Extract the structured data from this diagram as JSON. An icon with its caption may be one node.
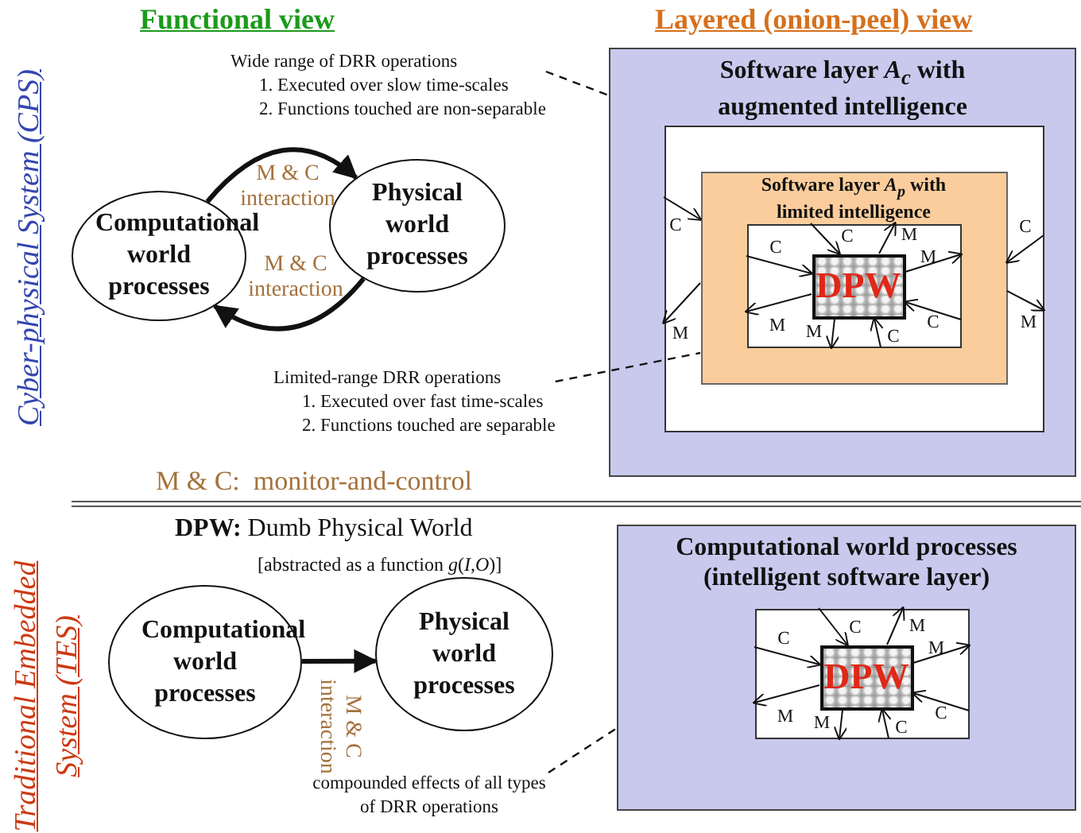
{
  "diagram": {
    "nodes": [
      {
        "text": [
          "Computational world processes"
        ]
      },
      {
        "text": [
          "Physical world processes"
        ]
      },
      {
        "text": [
          "Wide range of DRR operations",
          "1. Executed over slow time-scales",
          "2. Functions touched are non-separable"
        ]
      },
      {
        "text": [
          "Limited-range DRR operations",
          "1. Executed over fast time-scales",
          "2. Functions touched are separable"
        ]
      },
      {
        "text": [
          "Software layer *A$_{c}$* with augmented intelligence"
        ]
      },
      {
        "text": [],
        "shape": "box",
        "in": 4
      },
      {
        "text": [
          "Software layer *A$_{p}$* with limited intelligence"
        ],
        "in": 5
      },
      {
        "text": [],
        "shape": "box",
        "in": 6
      },
      {
        "text": [
          "DPW"
        ],
        "in": 7
      },
      {
        "text": [
          "Computational world processes"
        ]
      },
      {
        "text": [
          "Physical world processes"
        ]
      },
      {
        "text": [
          "compounded effects of all types of DRR operations"
        ]
      },
      {
        "text": [
          "Computational world processes (intelligent software layer)"
        ]
      },
      {
        "text": [],
        "shape": "box",
        "in": 12
      },
      {
        "text": [
          "DPW"
        ],
        "in": 13
      }
    ],
    "edges": [
      {
        "from": 0,
        "to": 1,
        "arrow": "to",
        "label": "M & C interaction",
        "style": "thick"
      },
      {
        "from": 1,
        "to": 0,
        "arrow": "to",
        "label": "M & C interaction",
        "style": "thick"
      },
      {
        "from": 2,
        "to": 4,
        "arrow": "none",
        "style": "dashed"
      },
      {
        "from": 3,
        "to": 6,
        "arrow": "none",
        "style": "dashed"
      },
      {
        "from": 5,
        "to": 6,
        "arrow": "to",
        "label": "C"
      },
      {
        "from": 6,
        "to": 5,
        "arrow": "to",
        "label": "M"
      },
      {
        "from": 5,
        "to": 6,
        "arrow": "to",
        "label": "C"
      },
      {
        "from": 6,
        "to": 5,
        "arrow": "to",
        "label": "M"
      },
      {
        "from": 7,
        "to": 8,
        "arrow": "to",
        "label": "C"
      },
      {
        "from": 7,
        "to": 8,
        "arrow": "to",
        "label": "C"
      },
      {
        "from": 7,
        "to": 8,
        "arrow": "to",
        "label": "C"
      },
      {
        "from": 7,
        "to": 8,
        "arrow": "to",
        "label": "C"
      },
      {
        "from": 8,
        "to": 7,
        "arrow": "to",
        "label": "M"
      },
      {
        "from": 8,
        "to": 7,
        "arrow": "to",
        "label": "M"
      },
      {
        "from": 8,
        "to": 7,
        "arrow": "to",
        "label": "M"
      },
      {
        "from": 8,
        "to": 7,
        "arrow": "to",
        "label": "M"
      },
      {
        "from": 9,
        "to": 10,
        "arrow": "to",
        "label": "M & C interaction",
        "style": "thick"
      },
      {
        "from": 11,
        "to": 12,
        "arrow": "none",
        "style": "dashed"
      },
      {
        "from": 13,
        "to": 14,
        "arrow": "to",
        "label": "C"
      },
      {
        "from": 13,
        "to": 14,
        "arrow": "to",
        "label": "C"
      },
      {
        "from": 13,
        "to": 14,
        "arrow": "to",
        "label": "C"
      },
      {
        "from": 13,
        "to": 14,
        "arrow": "to",
        "label": "C"
      },
      {
        "from": 14,
        "to": 13,
        "arrow": "to",
        "label": "M"
      },
      {
        "from": 14,
        "to": 13,
        "arrow": "to",
        "label": "M"
      },
      {
        "from": 14,
        "to": 13,
        "arrow": "to",
        "label": "M"
      },
      {
        "from": 14,
        "to": 13,
        "arrow": "to",
        "label": "M"
      }
    ],
    "labels": [
      "Functional view",
      "Layered (onion-peel) view",
      "Cyber-physical System (CPS)",
      "M & C:  monitor-and-control",
      "**DPW:** Dumb Physical World",
      "[abstracted as a function *g*(*I*,*O*)]",
      "Traditional Embedded System (TES)"
    ]
  }
}
